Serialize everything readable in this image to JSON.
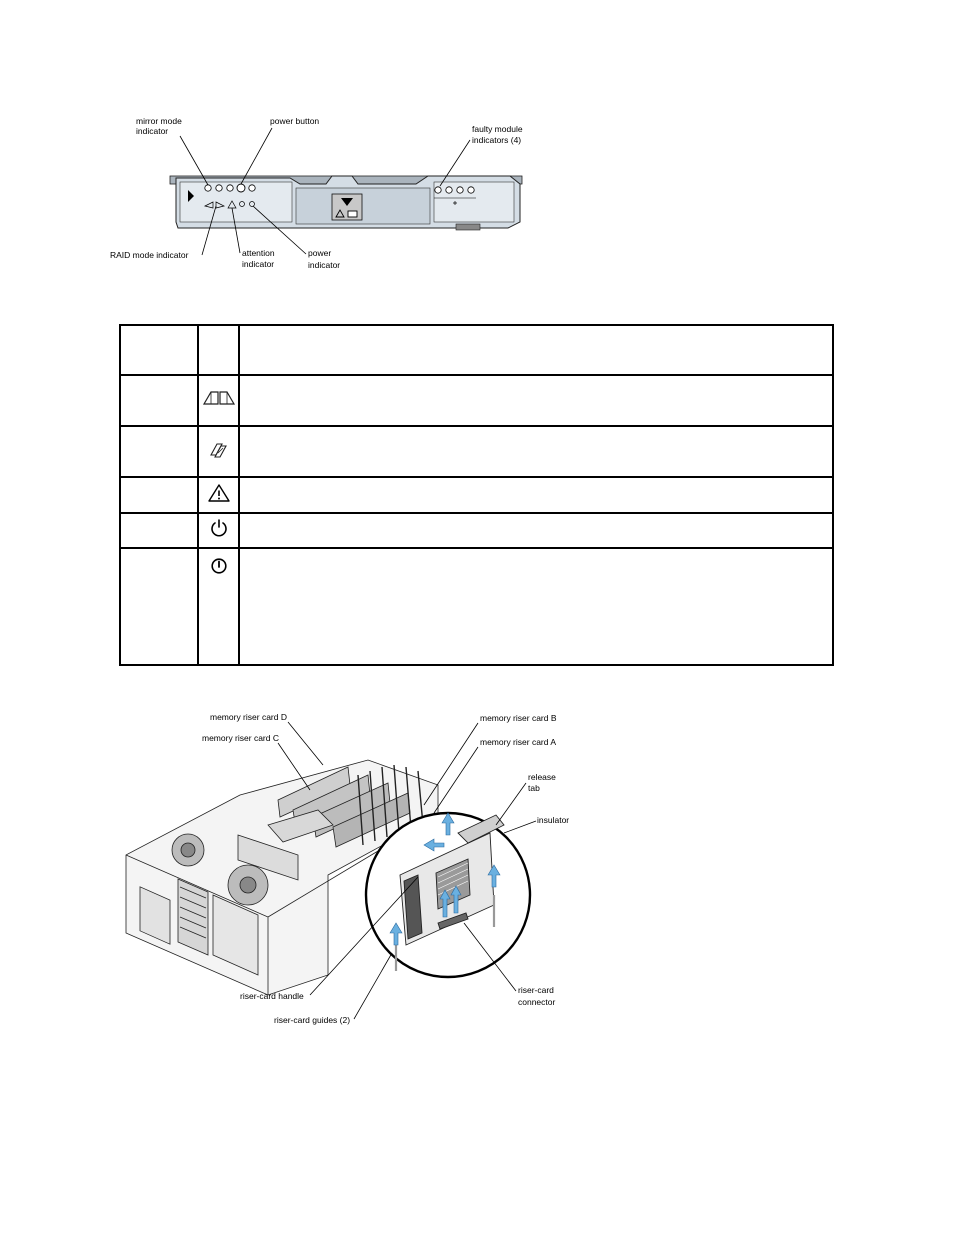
{
  "figure1": {
    "callouts": {
      "mirror_mode": [
        "mirror mode",
        "indicator"
      ],
      "power_button": "power button",
      "faulty_module": [
        "faulty module",
        "indicators (4)"
      ],
      "raid_mode": "RAID mode indicator",
      "attention": [
        "attention",
        "indicator"
      ],
      "power_indicator": [
        "power",
        "indicator"
      ]
    }
  },
  "table": {
    "rows": [
      {
        "icon": "none",
        "height": 50
      },
      {
        "icon": "mirror-mode-icon",
        "height": 51
      },
      {
        "icon": "raid-mode-icon",
        "height": 51
      },
      {
        "icon": "attention-icon",
        "height": 36
      },
      {
        "icon": "power-button-icon",
        "height": 35
      },
      {
        "icon": "power-indicator-icon",
        "height": 117
      }
    ]
  },
  "figure2": {
    "callouts": {
      "riser_d": "memory riser card D",
      "riser_c": "memory riser card C",
      "riser_b": "memory riser card B",
      "riser_a": "memory riser card A",
      "release_tab": [
        "release",
        "tab"
      ],
      "insulator": "insulator",
      "riser_handle": "riser-card handle",
      "riser_connector": [
        "riser-card",
        "connector"
      ],
      "riser_guides": "riser-card guides (2)"
    }
  }
}
